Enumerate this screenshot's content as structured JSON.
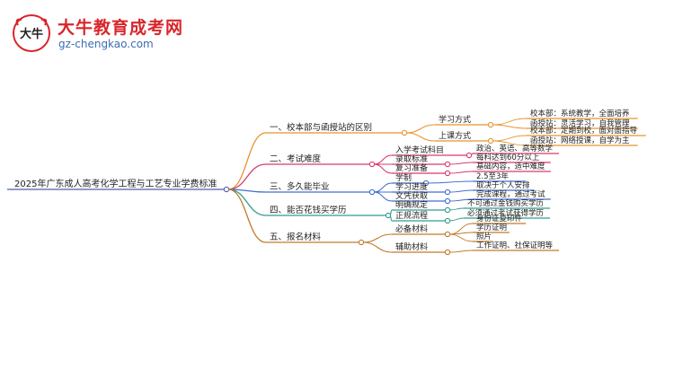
{
  "logo": {
    "brand": "大牛教育成考网",
    "url": "gz-chengkao.com",
    "mark_glyph": "大牛"
  },
  "root": "2025年广东成人高考化学工程与工艺专业学费标准",
  "branches": [
    {
      "label": "一、校本部与函授站的区别",
      "color": "#e8942f",
      "children": [
        {
          "label": "学习方式",
          "leaves": [
            "校本部：系统教学，全面培养",
            "函授站：灵活学习，自我管理"
          ]
        },
        {
          "label": "上课方式",
          "leaves": [
            "校本部：定期到校，面对面指导",
            "函授站：网络授课，自学为主"
          ]
        }
      ]
    },
    {
      "label": "二、考试难度",
      "color": "#d63b6b",
      "children": [
        {
          "label": "入学考试科目",
          "leaves": [
            "政治、英语、高等数学"
          ]
        },
        {
          "label": "录取标准",
          "leaves": [
            "每科达到60分以上"
          ]
        },
        {
          "label": "复习准备",
          "leaves": [
            "基础内容，适中难度"
          ]
        }
      ]
    },
    {
      "label": "三、多久能毕业",
      "color": "#3f6fd0",
      "children": [
        {
          "label": "学制",
          "leaves": [
            "2.5至3年"
          ]
        },
        {
          "label": "学习进度",
          "leaves": [
            "取决于个人安排"
          ]
        },
        {
          "label": "文凭获取",
          "leaves": [
            "完成课程，通过考试"
          ]
        }
      ]
    },
    {
      "label": "四、能否花钱买学历",
      "color": "#2e9e8e",
      "children": [
        {
          "label": "明确规定",
          "leaves": [
            "不可通过金钱购买学历"
          ]
        },
        {
          "label": "正规流程",
          "leaves": [
            "必须通过考试获得学历"
          ]
        }
      ]
    },
    {
      "label": "五、报名材料",
      "color": "#c07a2a",
      "children": [
        {
          "label": "必备材料",
          "leaves": [
            "身份证复印件",
            "学历证明",
            "照片"
          ]
        },
        {
          "label": "辅助材料",
          "leaves": [
            "工作证明、社保证明等"
          ]
        }
      ]
    }
  ],
  "colors": {
    "root_line": "#4d5ea8",
    "text": "#222222",
    "brand_red": "#d8262a",
    "url_blue": "#3b6db3"
  }
}
